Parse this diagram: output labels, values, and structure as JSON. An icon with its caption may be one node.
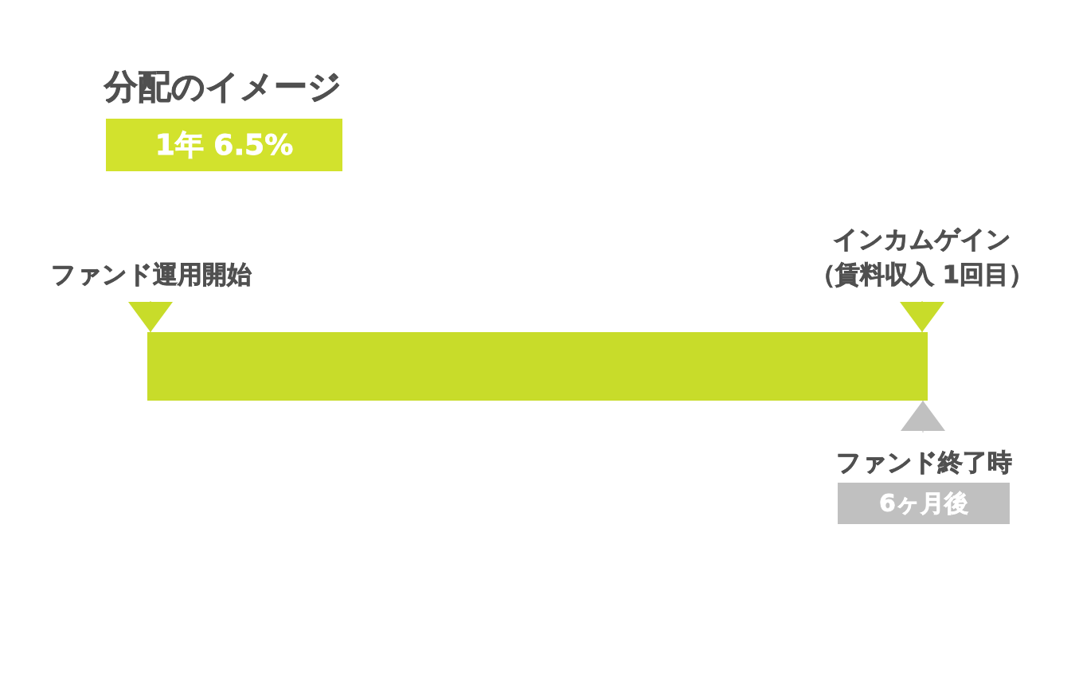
{
  "diagram": {
    "title": "分配のイメージ",
    "nodes": [
      {
        "text": [
          "1年 6.5%"
        ]
      },
      {
        "text": [
          "ファンド運用開始"
        ]
      },
      {
        "text": [
          "インカムゲイン",
          "（賃料収入 1回目）"
        ]
      },
      {
        "text": [],
        "shape": "bar"
      },
      {
        "text": [
          "ファンド終了時",
          "6ヶ月後"
        ]
      }
    ],
    "edges": [
      {
        "from": 1,
        "to": 3,
        "arrow": "to"
      },
      {
        "from": 2,
        "to": 3,
        "arrow": "to"
      },
      {
        "from": 4,
        "to": 3,
        "arrow": "to",
        "color": "#c0c0c0"
      }
    ]
  }
}
